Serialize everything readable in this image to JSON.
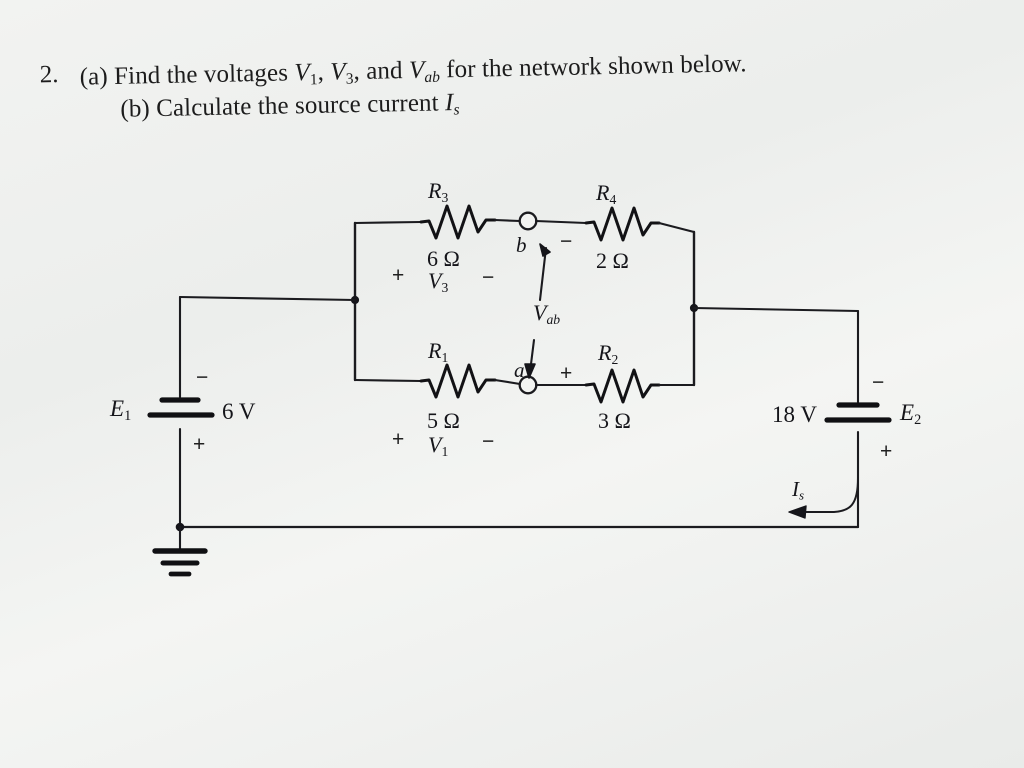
{
  "problem": {
    "number": "2.",
    "part_a_prefix": "(a) Find the voltages ",
    "part_a_v1": "V",
    "part_a_v1_sub": "1",
    "part_a_sep1": ", ",
    "part_a_v3": "V",
    "part_a_v3_sub": "3",
    "part_a_sep2": ", and ",
    "part_a_vab": "V",
    "part_a_vab_sub": "ab",
    "part_a_suffix": " for the network shown below.",
    "part_b_prefix": "(b) Calculate the source current ",
    "part_b_i": "I",
    "part_b_i_sub": "s"
  },
  "circuit": {
    "title": "two-source bridge network",
    "resistors": [
      {
        "id": "R3",
        "name": "R",
        "sub": "3",
        "value": "6 Ω",
        "voltage_label": "V",
        "voltage_sub": "3",
        "polarity_left": "+",
        "polarity_right": "−"
      },
      {
        "id": "R4",
        "name": "R",
        "sub": "4",
        "value": "2 Ω",
        "voltage_label": "",
        "voltage_sub": "",
        "polarity_left": "",
        "polarity_right": ""
      },
      {
        "id": "R1",
        "name": "R",
        "sub": "1",
        "value": "5 Ω",
        "voltage_label": "V",
        "voltage_sub": "1",
        "polarity_left": "+",
        "polarity_right": "−"
      },
      {
        "id": "R2",
        "name": "R",
        "sub": "2",
        "value": "3 Ω",
        "voltage_label": "",
        "voltage_sub": "",
        "polarity_left": "",
        "polarity_right": ""
      }
    ],
    "sources": [
      {
        "id": "E1",
        "name": "E",
        "sub": "1",
        "value": "6 V",
        "top_polarity": "−",
        "bottom_polarity": "+"
      },
      {
        "id": "E2",
        "name": "E",
        "sub": "2",
        "value": "18 V",
        "top_polarity": "−",
        "bottom_polarity": "+"
      }
    ],
    "nodes": [
      {
        "id": "b",
        "label": "b",
        "polarity": "−"
      },
      {
        "id": "a",
        "label": "a",
        "polarity": "+"
      }
    ],
    "measurement": {
      "label": "V",
      "sub": "ab"
    },
    "current": {
      "label": "I",
      "sub": "s"
    },
    "ground": "ground-symbol",
    "colors": {
      "wire": "#1b1b1f",
      "paper": "#f1f2f0"
    }
  }
}
